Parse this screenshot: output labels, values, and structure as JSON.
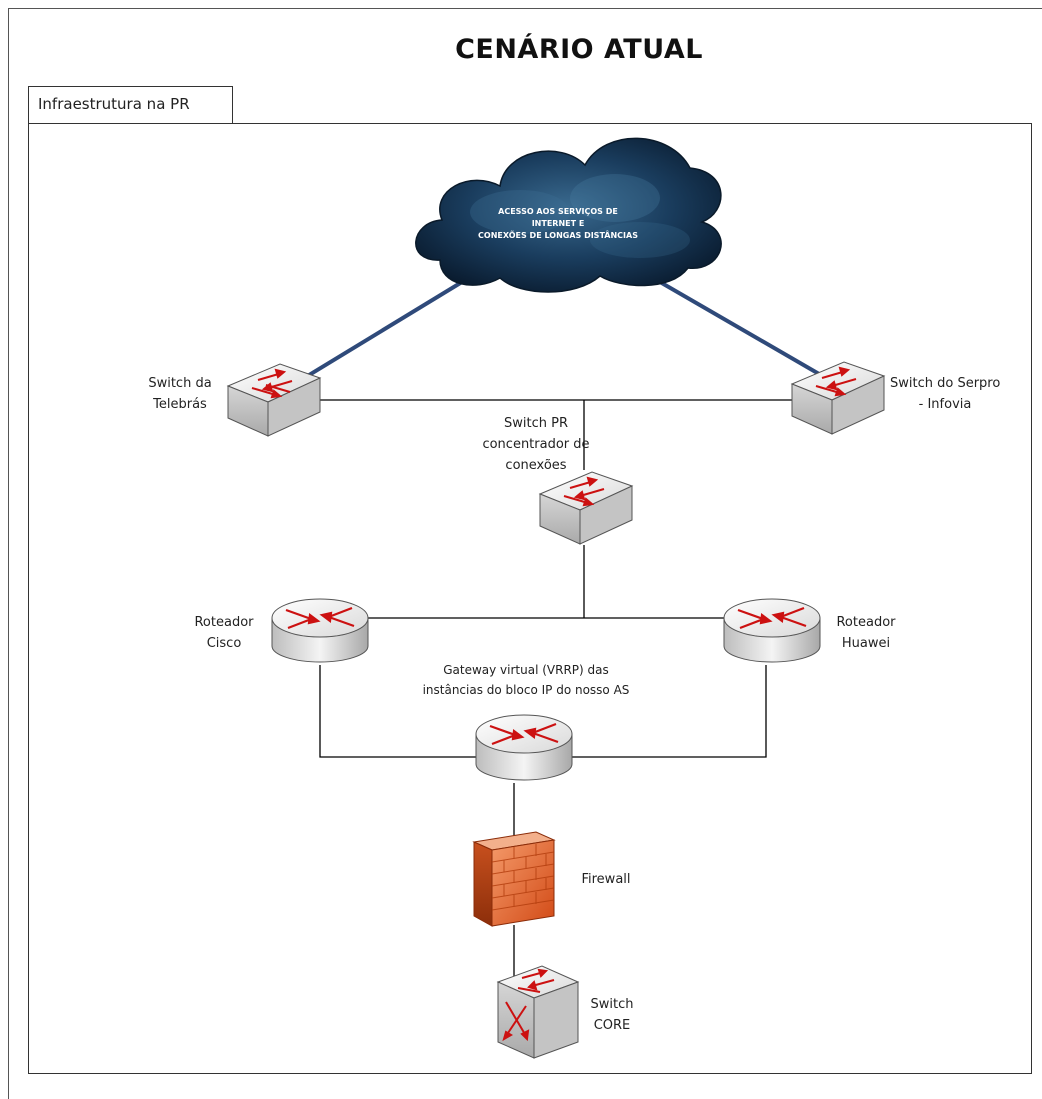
{
  "title": "CENÁRIO ATUAL",
  "panel_label": "Infraestrutura na PR",
  "cloud": {
    "line1": "ACESSO AOS SERVIÇOS DE",
    "line2": "INTERNET E",
    "line3": "CONEXÕES DE LONGAS DISTÂNCIAS"
  },
  "nodes": {
    "switch_telebras": {
      "line1": "Switch da",
      "line2": "Telebrás"
    },
    "switch_serpro": {
      "line1": "Switch do Serpro",
      "line2": "- Infovia"
    },
    "switch_pr": {
      "line1": "Switch PR",
      "line2": "concentrador de",
      "line3": "conexões"
    },
    "router_cisco": {
      "line1": "Roteador",
      "line2": "Cisco"
    },
    "router_huawei": {
      "line1": "Roteador",
      "line2": "Huawei"
    },
    "gateway": {
      "line1": "Gateway virtual (VRRP) das",
      "line2": "instâncias do bloco IP do nosso AS"
    },
    "firewall": {
      "label": "Firewall"
    },
    "switch_core": {
      "line1": "Switch",
      "line2": "CORE"
    }
  },
  "colors": {
    "wan_link": "#2f4a7a",
    "arrow_red": "#cc1111",
    "cloud_dark": "#0e2a45",
    "firewall_orange": "#e0632a"
  }
}
